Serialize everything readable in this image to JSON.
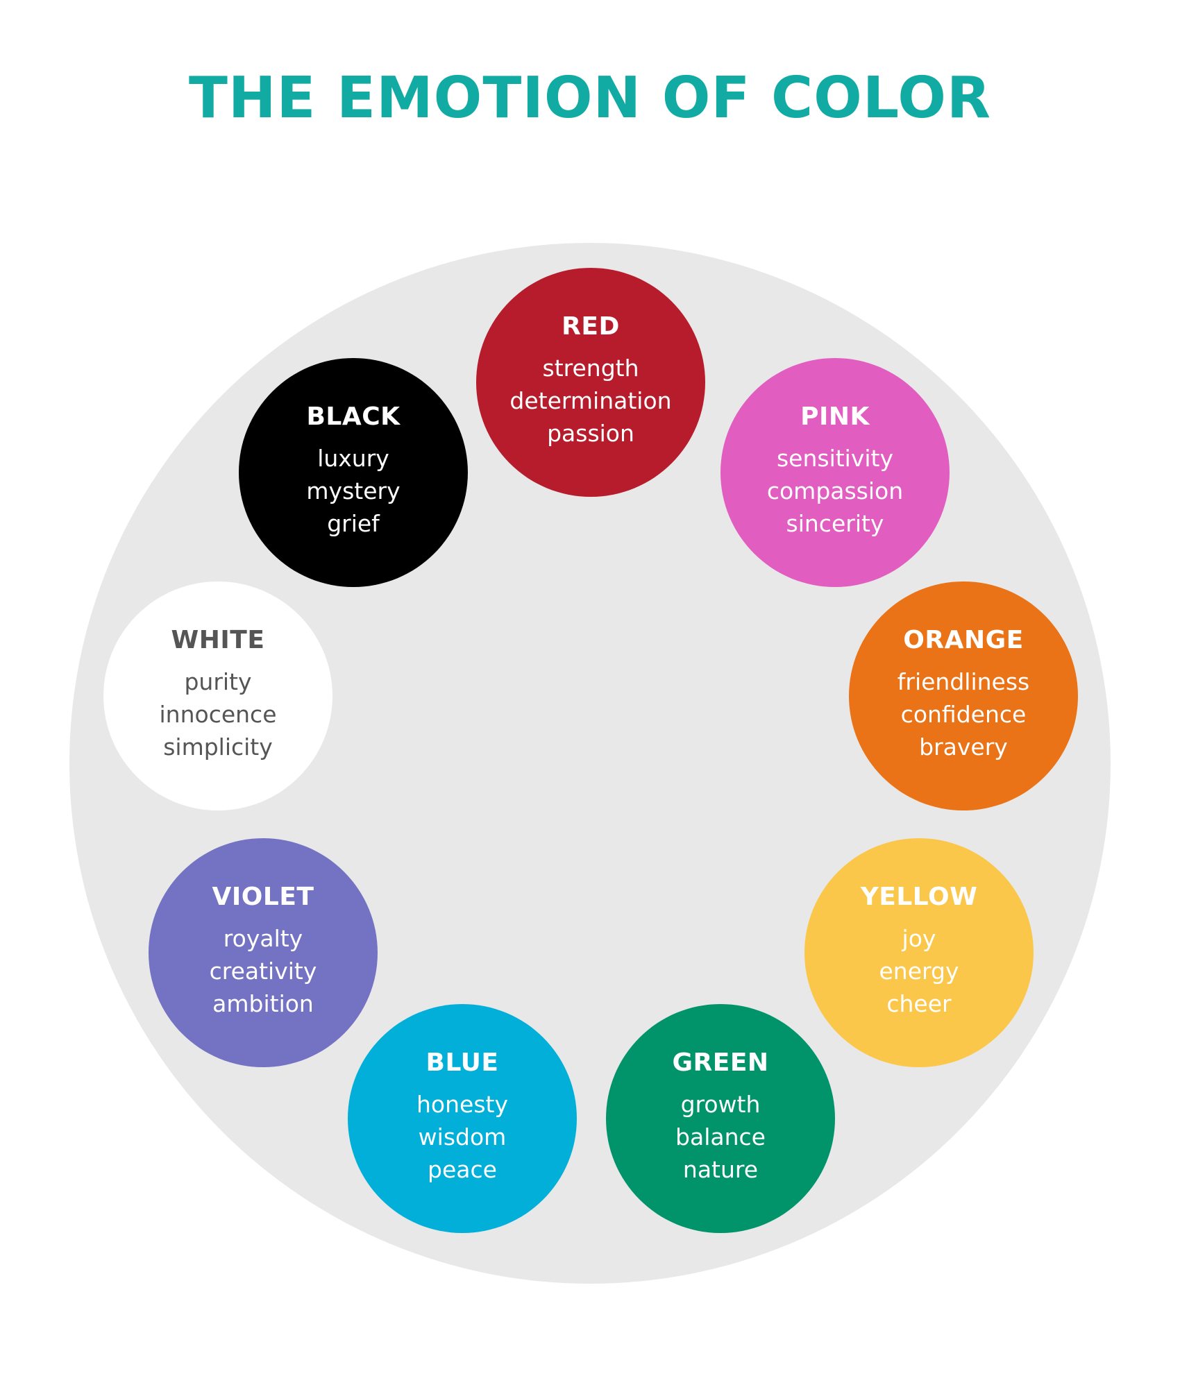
{
  "title": "THE EMOTION OF COLOR",
  "colors": {
    "title": "#12ABA4",
    "wheel_background": "#E8E8E8"
  },
  "swatches": [
    {
      "name": "RED",
      "words": [
        "strength",
        "determination",
        "passion"
      ],
      "fill": "#B71C2C",
      "text_color": "#FFFFFF"
    },
    {
      "name": "PINK",
      "words": [
        "sensitivity",
        "compassion",
        "sincerity"
      ],
      "fill": "#E15DC0",
      "text_color": "#FFFFFF"
    },
    {
      "name": "ORANGE",
      "words": [
        "friendliness",
        "confidence",
        "bravery"
      ],
      "fill": "#E97316",
      "text_color": "#FFFFFF"
    },
    {
      "name": "YELLOW",
      "words": [
        "joy",
        "energy",
        "cheer"
      ],
      "fill": "#FBC74A",
      "text_color": "#FFFFFF"
    },
    {
      "name": "GREEN",
      "words": [
        "growth",
        "balance",
        "nature"
      ],
      "fill": "#01946A",
      "text_color": "#FFFFFF"
    },
    {
      "name": "BLUE",
      "words": [
        "honesty",
        "wisdom",
        "peace"
      ],
      "fill": "#01AFD9",
      "text_color": "#FFFFFF"
    },
    {
      "name": "VIOLET",
      "words": [
        "royalty",
        "creativity",
        "ambition"
      ],
      "fill": "#7472C2",
      "text_color": "#FFFFFF"
    },
    {
      "name": "WHITE",
      "words": [
        "purity",
        "innocence",
        "simplicity"
      ],
      "fill": "#FFFFFF",
      "text_color": "#555555"
    },
    {
      "name": "BLACK",
      "words": [
        "luxury",
        "mystery",
        "grief"
      ],
      "fill": "#000000",
      "text_color": "#FFFFFF"
    }
  ]
}
